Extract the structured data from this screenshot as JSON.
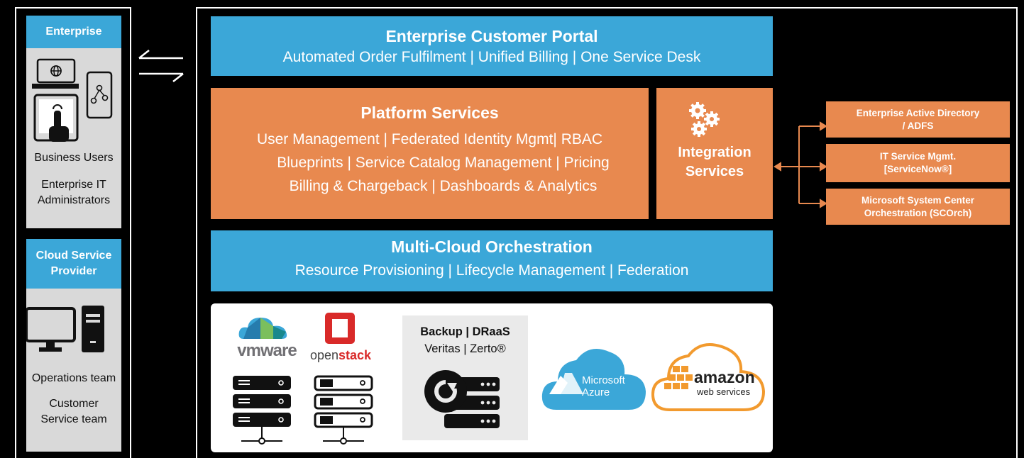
{
  "left": {
    "enterprise": {
      "header": "Enterprise",
      "users": [
        "Business Users",
        "Enterprise IT",
        "Administrators"
      ]
    },
    "provider": {
      "header_line1": "Cloud Service",
      "header_line2": "Provider",
      "users": [
        "Operations team",
        "Customer",
        "Service team"
      ]
    }
  },
  "portal": {
    "title": "Enterprise Customer Portal",
    "subtitle": "Automated Order Fulfilment | Unified Billing | One Service Desk"
  },
  "platform": {
    "title": "Platform Services",
    "lines": [
      "User Management | Federated Identity Mgmt|  RBAC",
      "Blueprints | Service Catalog  Management | Pricing",
      "Billing & Chargeback | Dashboards & Analytics"
    ]
  },
  "integration": {
    "line1": "Integration",
    "line2": "Services"
  },
  "external": [
    {
      "line1": "Enterprise Active Directory",
      "line2": "/ ADFS"
    },
    {
      "line1": "IT Service Mgmt.",
      "line2": "[ServiceNow®]"
    },
    {
      "line1": "Microsoft System Center",
      "line2": "Orchestration (SCOrch)"
    }
  ],
  "orchestration": {
    "title": "Multi-Cloud Orchestration",
    "subtitle": "Resource Provisioning | Lifecycle Management | Federation"
  },
  "providers": {
    "vmware": "vmware",
    "openstack_a": "open",
    "openstack_b": "stack",
    "backup_title": "Backup | DRaaS",
    "backup_sub": "Veritas | Zerto®",
    "azure_line1": "Microsoft",
    "azure_line2": "Azure",
    "amazon_line1": "amazon",
    "amazon_line2": "web services"
  },
  "colors": {
    "blue": "#3ba7d8",
    "orange": "#e8894f",
    "panel": "#d9d9d9",
    "background": "#000000"
  },
  "icons": [
    "double-arrow-icon",
    "devices-icon",
    "desktop-computer-icon",
    "gears-icon",
    "server-rack-icon",
    "backup-server-icon",
    "azure-cloud-icon",
    "aws-cloud-icon"
  ]
}
